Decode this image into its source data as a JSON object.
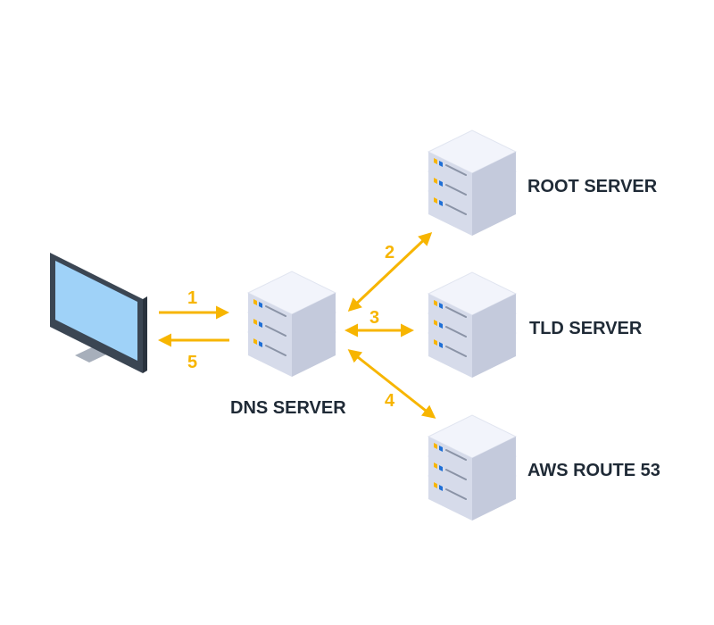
{
  "colors": {
    "arrow": "#f7b500",
    "label": "#1f2a36",
    "server_top": "#f2f4fb",
    "server_left": "#d6dbea",
    "server_right": "#c4cadc",
    "led_yellow": "#f7b500",
    "led_blue": "#1f6fd6",
    "screen": "#9fd2f8",
    "monitor_frame": "#3b4653",
    "monitor_stand": "#a7afbb"
  },
  "icons": {
    "computer": "desktop-monitor-icon",
    "server": "server-stack-icon"
  },
  "nodes": {
    "dns": {
      "label": "DNS SERVER"
    },
    "root": {
      "label": "ROOT SERVER"
    },
    "tld": {
      "label": "TLD SERVER"
    },
    "route53": {
      "label": "AWS ROUTE 53"
    }
  },
  "steps": [
    {
      "id": "1",
      "label": "1"
    },
    {
      "id": "2",
      "label": "2"
    },
    {
      "id": "3",
      "label": "3"
    },
    {
      "id": "4",
      "label": "4"
    },
    {
      "id": "5",
      "label": "5"
    }
  ]
}
